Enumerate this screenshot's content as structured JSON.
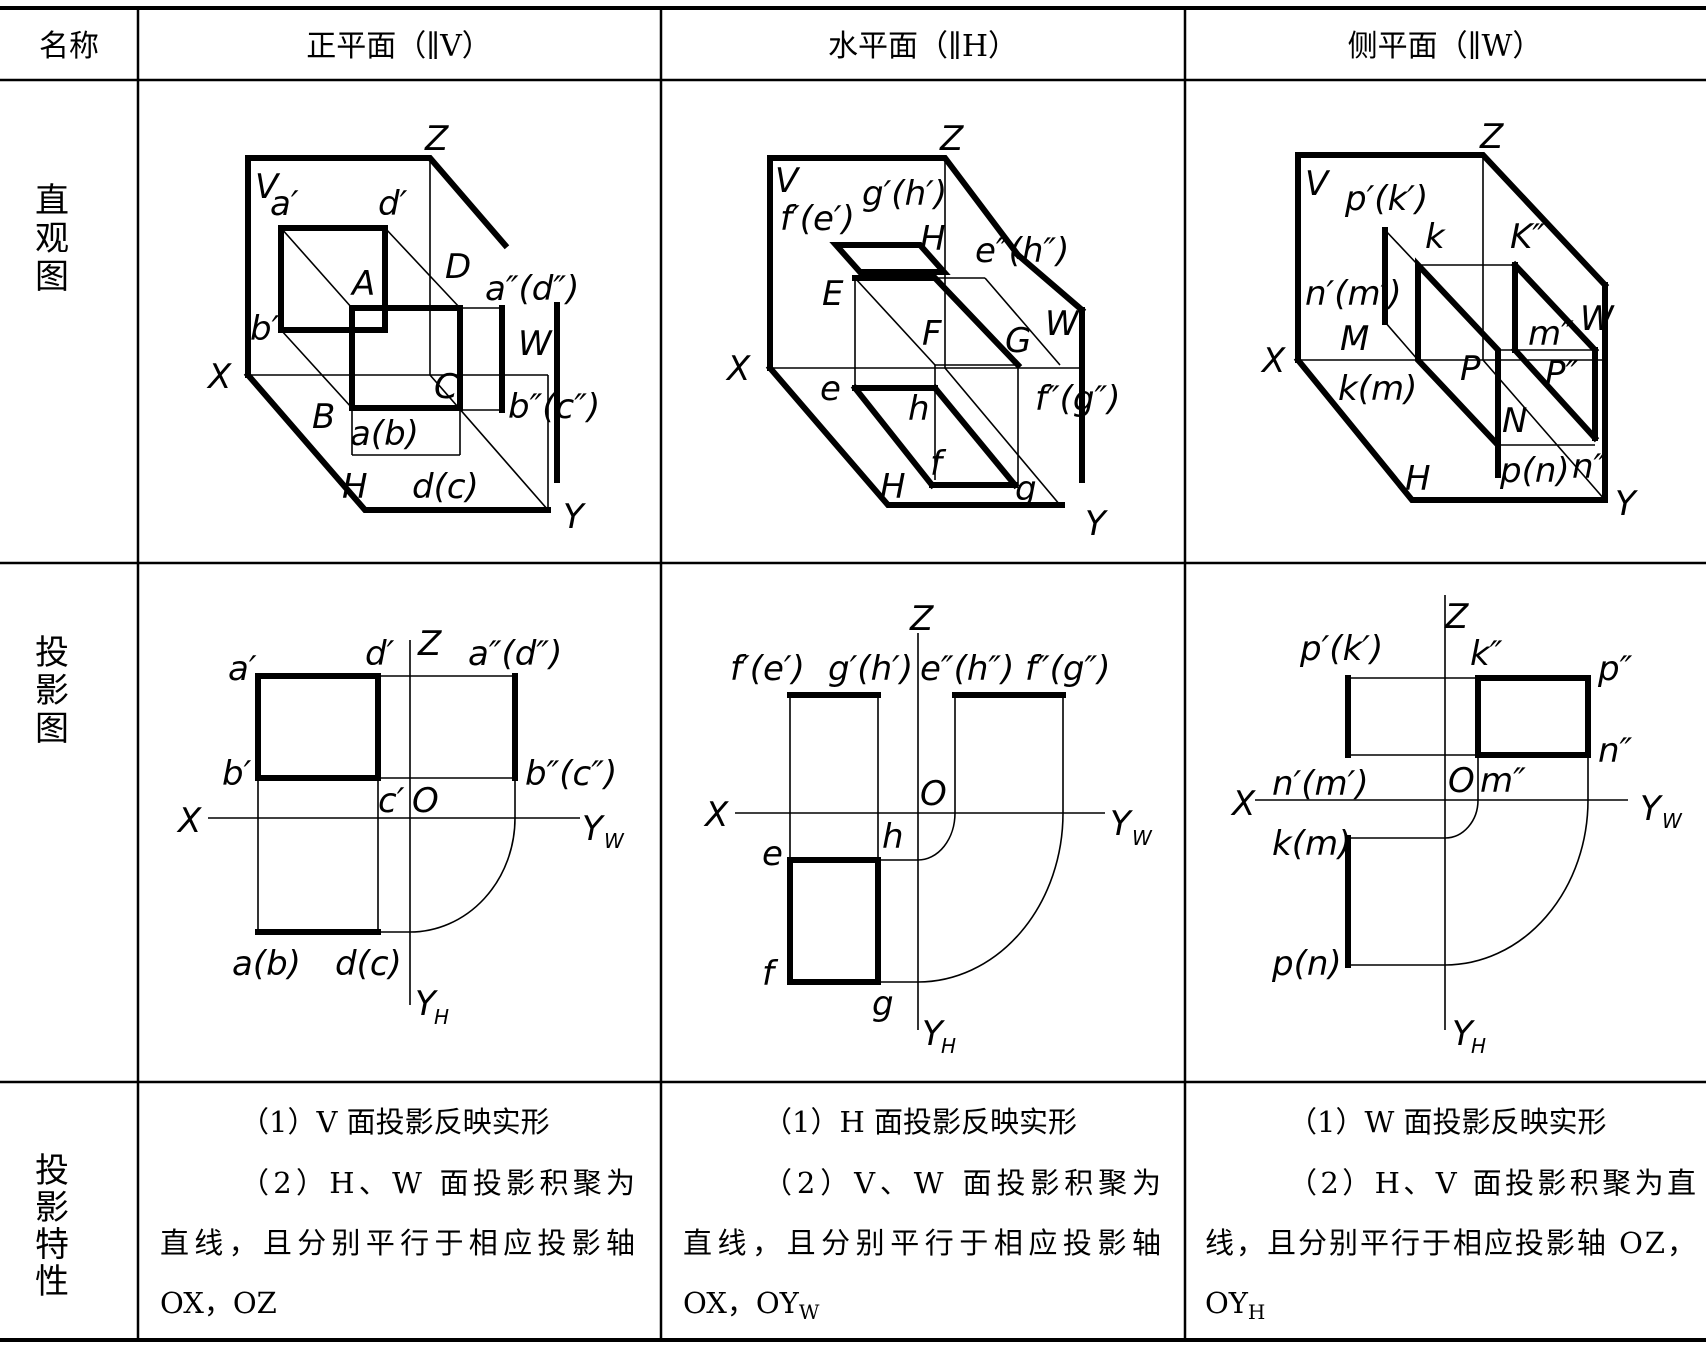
{
  "headers": {
    "name": "名称",
    "col1": "正平面（∥V）",
    "col2": "水平面（∥H）",
    "col3": "侧平面（∥W）"
  },
  "rows": {
    "view3d": [
      "直",
      "观",
      "图"
    ],
    "projection": [
      "投",
      "影",
      "图"
    ],
    "property": [
      "投",
      "影",
      "特",
      "性"
    ]
  },
  "col1": {
    "view_labels": {
      "Z": "Z",
      "V": "V",
      "a1": "a′",
      "d1": "d′",
      "A": "A",
      "D": "D",
      "a2d2": "a″(d″)",
      "b1": "b′",
      "W": "W",
      "X": "X",
      "C": "C",
      "B": "B",
      "b2c2": "b″(c″)",
      "ab": "a(b)",
      "H": "H",
      "dc": "d(c)",
      "Y": "Y"
    },
    "proj_labels": {
      "a1": "a′",
      "d1": "d′",
      "Z": "Z",
      "a2d2": "a″(d″)",
      "b1": "b′",
      "c1": "c′",
      "O": "O",
      "b2c2": "b″(c″)",
      "X": "X",
      "YW": "Y",
      "YWsub": "W",
      "ab": "a(b)",
      "dc": "d(c)",
      "YH": "Y",
      "YHsub": "H"
    },
    "props": [
      "（1）V 面投影反映实形",
      "（2）H、W 面投影积聚为",
      "直线，且分别平行于相应投影轴",
      "OX，OZ"
    ]
  },
  "col2": {
    "view_labels": {
      "Z": "Z",
      "V": "V",
      "f1e1": "f′(e′)",
      "g1h1": "g′(h′)",
      "H": "H",
      "e2h2": "e″(h″)",
      "E": "E",
      "F": "F",
      "G": "G",
      "W": "W",
      "X": "X",
      "e": "e",
      "h": "h",
      "f2g2": "f″(g″)",
      "Hax": "H",
      "f": "f",
      "g": "g",
      "Y": "Y"
    },
    "proj_labels": {
      "Z": "Z",
      "f1e1": "f′(e′)",
      "g1h1": "g′(h′)",
      "e2h2": "e″(h″)",
      "f2g2": "f″(g″)",
      "X": "X",
      "O": "O",
      "YW": "Y",
      "YWsub": "W",
      "h": "h",
      "e": "e",
      "f": "f",
      "g": "g",
      "YH": "Y",
      "YHsub": "H"
    },
    "props": [
      "（1）H 面投影反映实形",
      "（2）V、W 面投影积聚为",
      "直线，且分别平行于相应投影轴",
      "OX，OY",
      "W"
    ]
  },
  "col3": {
    "view_labels": {
      "Z": "Z",
      "V": "V",
      "p1k1": "p′(k′)",
      "k": "k",
      "K2": "K″",
      "n1m1": "n′(m′)",
      "W": "W",
      "X": "X",
      "M": "M",
      "m2": "m″",
      "P": "P",
      "P2": "P″",
      "km": "k(m)",
      "N": "N",
      "H": "H",
      "pn": "p(n)",
      "n2": "n″",
      "Y": "Y"
    },
    "proj_labels": {
      "Z": "Z",
      "p1k1": "p′(k′)",
      "k2": "k″",
      "p2": "p″",
      "n2": "n″",
      "X": "X",
      "n1m1": "n′(m′)",
      "O": "O",
      "m2": "m″",
      "YW": "Y",
      "YWsub": "W",
      "km": "k(m)",
      "pn": "p(n)",
      "YH": "Y",
      "YHsub": "H"
    },
    "props": [
      "（1）W 面投影反映实形",
      "（2）H、V 面投影积聚为直",
      "线，且分别平行于相应投影轴 OZ，",
      "OY",
      "H"
    ]
  }
}
